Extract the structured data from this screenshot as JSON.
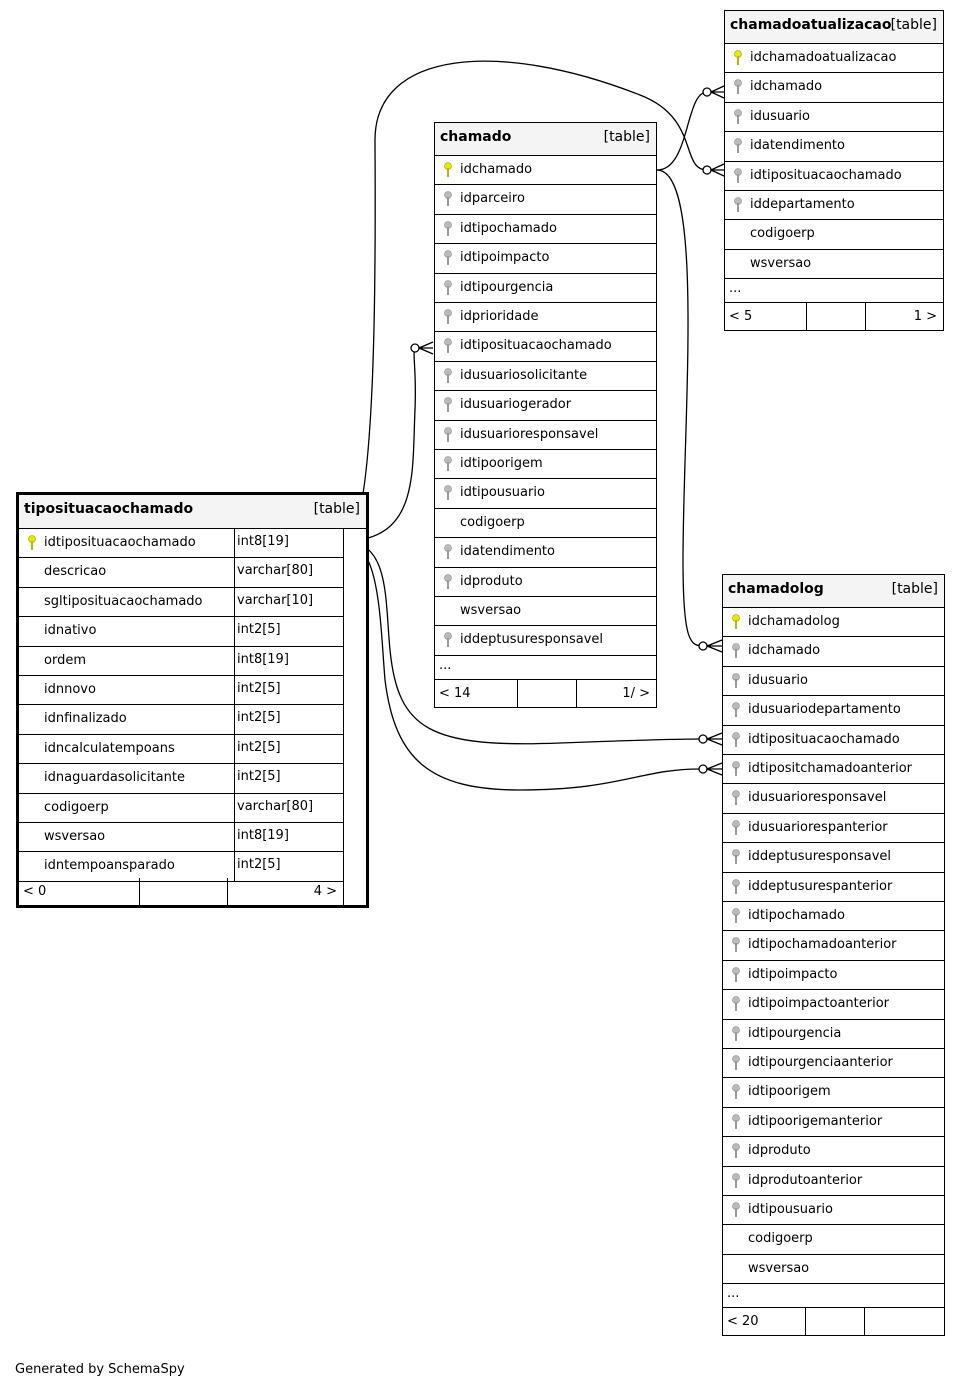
{
  "footer_text": "Generated by SchemaSpy",
  "colors": {
    "primary_key": "#e8e800",
    "foreign_key": "#bbbbbb",
    "header_bg": "#f4f4f4"
  },
  "tables": {
    "chamadoatualizacao": {
      "name": "chamadoatualizacao",
      "kind": "[table]",
      "columns": [
        {
          "name": "idchamadoatualizacao",
          "key": "pk"
        },
        {
          "name": "idchamado",
          "key": "fk"
        },
        {
          "name": "idusuario",
          "key": "fk"
        },
        {
          "name": "idatendimento",
          "key": "fk"
        },
        {
          "name": "idtiposituacaochamado",
          "key": "fk"
        },
        {
          "name": "iddepartamento",
          "key": "fk"
        },
        {
          "name": "codigoerp",
          "key": ""
        },
        {
          "name": "wsversao",
          "key": ""
        }
      ],
      "ellipsis": "...",
      "foot_left": "< 5",
      "foot_right": "1 >"
    },
    "chamado": {
      "name": "chamado",
      "kind": "[table]",
      "columns": [
        {
          "name": "idchamado",
          "key": "pk"
        },
        {
          "name": "idparceiro",
          "key": "fk"
        },
        {
          "name": "idtipochamado",
          "key": "fk"
        },
        {
          "name": "idtipoimpacto",
          "key": "fk"
        },
        {
          "name": "idtipourgencia",
          "key": "fk"
        },
        {
          "name": "idprioridade",
          "key": "fk"
        },
        {
          "name": "idtiposituacaochamado",
          "key": "fk"
        },
        {
          "name": "idusuariosolicitante",
          "key": "fk"
        },
        {
          "name": "idusuariogerador",
          "key": "fk"
        },
        {
          "name": "idusuarioresponsavel",
          "key": "fk"
        },
        {
          "name": "idtipoorigem",
          "key": "fk"
        },
        {
          "name": "idtipousuario",
          "key": "fk"
        },
        {
          "name": "codigoerp",
          "key": ""
        },
        {
          "name": "idatendimento",
          "key": "fk"
        },
        {
          "name": "idproduto",
          "key": "fk"
        },
        {
          "name": "wsversao",
          "key": ""
        },
        {
          "name": "iddeptusuresponsavel",
          "key": "fk"
        }
      ],
      "ellipsis": "...",
      "foot_left": "< 14",
      "foot_right": "1/ >"
    },
    "tiposituacaochamado": {
      "name": "tiposituacaochamado",
      "kind": "[table]",
      "columns": [
        {
          "name": "idtiposituacaochamado",
          "type": "int8[19]",
          "key": "pk"
        },
        {
          "name": "descricao",
          "type": "varchar[80]",
          "key": ""
        },
        {
          "name": "sgltiposituacaochamado",
          "type": "varchar[10]",
          "key": ""
        },
        {
          "name": "idnativo",
          "type": "int2[5]",
          "key": ""
        },
        {
          "name": "ordem",
          "type": "int8[19]",
          "key": ""
        },
        {
          "name": "idnnovo",
          "type": "int2[5]",
          "key": ""
        },
        {
          "name": "idnfinalizado",
          "type": "int2[5]",
          "key": ""
        },
        {
          "name": "idncalculatempoans",
          "type": "int2[5]",
          "key": ""
        },
        {
          "name": "idnaguardasolicitante",
          "type": "int2[5]",
          "key": ""
        },
        {
          "name": "codigoerp",
          "type": "varchar[80]",
          "key": ""
        },
        {
          "name": "wsversao",
          "type": "int8[19]",
          "key": ""
        },
        {
          "name": "idntempoansparado",
          "type": "int2[5]",
          "key": ""
        }
      ],
      "foot_left": "< 0",
      "foot_right": "4 >"
    },
    "chamadolog": {
      "name": "chamadolog",
      "kind": "[table]",
      "columns": [
        {
          "name": "idchamadolog",
          "key": "pk"
        },
        {
          "name": "idchamado",
          "key": "fk"
        },
        {
          "name": "idusuario",
          "key": "fk"
        },
        {
          "name": "idusuariodepartamento",
          "key": "fk"
        },
        {
          "name": "idtiposituacaochamado",
          "key": "fk"
        },
        {
          "name": "idtipositchamadoanterior",
          "key": "fk"
        },
        {
          "name": "idusuarioresponsavel",
          "key": "fk"
        },
        {
          "name": "idusuariorespanterior",
          "key": "fk"
        },
        {
          "name": "iddeptusuresponsavel",
          "key": "fk"
        },
        {
          "name": "iddeptusurespanterior",
          "key": "fk"
        },
        {
          "name": "idtipochamado",
          "key": "fk"
        },
        {
          "name": "idtipochamadoanterior",
          "key": "fk"
        },
        {
          "name": "idtipoimpacto",
          "key": "fk"
        },
        {
          "name": "idtipoimpactoanterior",
          "key": "fk"
        },
        {
          "name": "idtipourgencia",
          "key": "fk"
        },
        {
          "name": "idtipourgenciaanterior",
          "key": "fk"
        },
        {
          "name": "idtipoorigem",
          "key": "fk"
        },
        {
          "name": "idtipoorigemanterior",
          "key": "fk"
        },
        {
          "name": "idproduto",
          "key": "fk"
        },
        {
          "name": "idprodutoanterior",
          "key": "fk"
        },
        {
          "name": "idtipousuario",
          "key": "fk"
        },
        {
          "name": "codigoerp",
          "key": ""
        },
        {
          "name": "wsversao",
          "key": ""
        }
      ],
      "ellipsis": "...",
      "foot_left": "< 20",
      "foot_right": ""
    }
  }
}
